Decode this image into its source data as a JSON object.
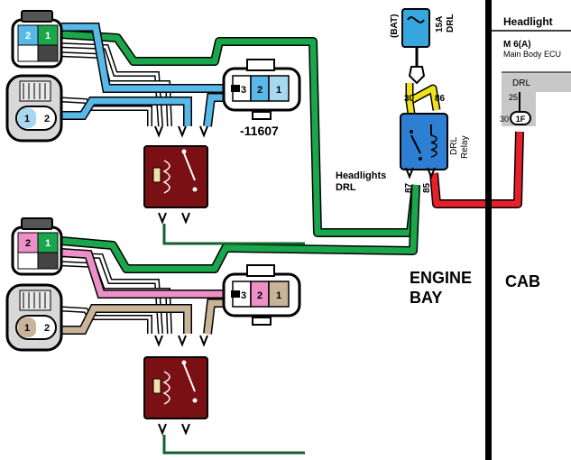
{
  "colors": {
    "green": "#1aa64a",
    "dark_green": "#14612b",
    "blue": "#58b8e8",
    "pink": "#ee90c8",
    "tan": "#c8b498",
    "red": "#e5202a",
    "yellow": "#f2e21a",
    "relay_body": "#7a1014",
    "drl_relay_blue": "#2d7fd4",
    "fuse_blue": "#37a7e0",
    "ecu_grey": "#c8c8c8"
  },
  "labels": {
    "part_number": "-11607",
    "headlights_drl_line1": "Headlights",
    "headlights_drl_line2": "DRL",
    "engine_bay_line1": "ENGINE",
    "engine_bay_line2": "BAY",
    "cab": "CAB"
  },
  "fuse": {
    "source": "(BAT)",
    "rating": "15A",
    "name": "DRL"
  },
  "drl_relay": {
    "name_line1": "DRL",
    "name_line2": "Relay",
    "pin_30": "30",
    "pin_86": "86",
    "pin_87": "87",
    "pin_85": "85"
  },
  "ecu": {
    "title": "Headlight",
    "connector": "M 6(A)",
    "module": "Main Body ECU",
    "signal": "DRL",
    "pin_25": "25",
    "pin_30": "30",
    "terminal": "1F"
  },
  "upper_headlight": {
    "plug_pins": [
      "2",
      "1"
    ],
    "bulb_pins": [
      "1",
      "2"
    ],
    "connector_pins": [
      "3",
      "2",
      "1"
    ]
  },
  "lower_headlight": {
    "plug_pins": [
      "2",
      "1"
    ],
    "bulb_pins": [
      "1",
      "2"
    ],
    "connector_pins": [
      "3",
      "2",
      "1"
    ]
  },
  "icons": [
    "fuse-icon",
    "relay-icon",
    "headlight-plug-icon",
    "bulb-socket-icon"
  ]
}
